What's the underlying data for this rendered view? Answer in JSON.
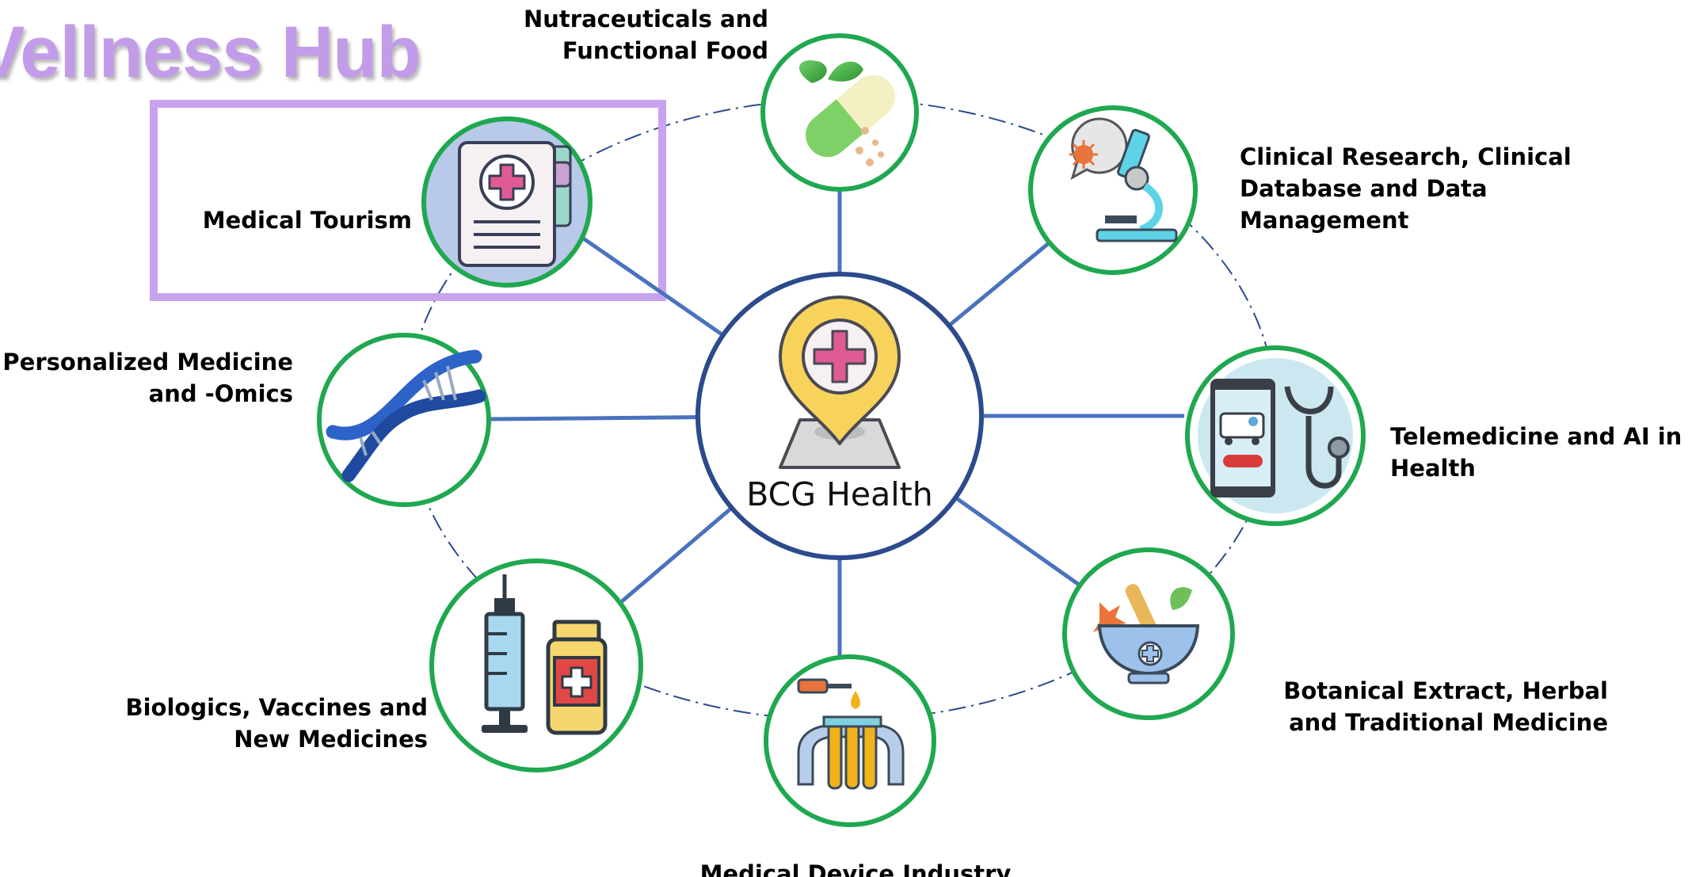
{
  "header": {
    "title": "Vellness Hub"
  },
  "center": {
    "label": "BCG Health"
  },
  "nodes": {
    "nutraceuticals": {
      "lines": [
        "Nutraceuticals and",
        "Functional Food"
      ]
    },
    "clinical_research": {
      "lines": [
        "Clinical Research, Clinical",
        "Database and Data",
        "Management"
      ]
    },
    "telemedicine": {
      "lines": [
        "Telemedicine and AI in",
        "Health"
      ]
    },
    "botanical": {
      "lines": [
        "Botanical Extract, Herbal",
        "and Traditional Medicine"
      ]
    },
    "medical_device": {
      "lines": [
        "Medical Device Industry"
      ]
    },
    "biologics": {
      "lines": [
        "Biologics, Vaccines and",
        "New Medicines"
      ]
    },
    "personalized_medicine": {
      "lines": [
        "Personalized Medicine",
        "and -Omics"
      ]
    },
    "medical_tourism": {
      "lines": [
        "Medical Tourism"
      ],
      "highlighted": true
    }
  },
  "icons": {
    "center": "hospital-location-pin-icon",
    "nutraceuticals": "capsule-leaf-icon",
    "clinical_research": "microscope-virus-icon",
    "telemedicine": "phone-stethoscope-icon",
    "botanical": "mortar-pestle-herb-icon",
    "medical_device": "test-tubes-dropper-icon",
    "biologics": "syringe-medicine-bottle-icon",
    "personalized_medicine": "dna-helix-icon",
    "medical_tourism": "medical-brochure-icon"
  },
  "colors": {
    "title": "#c29ce8",
    "highlight_box": "#c9a2ee",
    "node_ring": "#1fa84f",
    "spoke": "#4a72be",
    "center_ring": "#2c4a8c",
    "dashed_ellipse": "#2c4a8c"
  }
}
